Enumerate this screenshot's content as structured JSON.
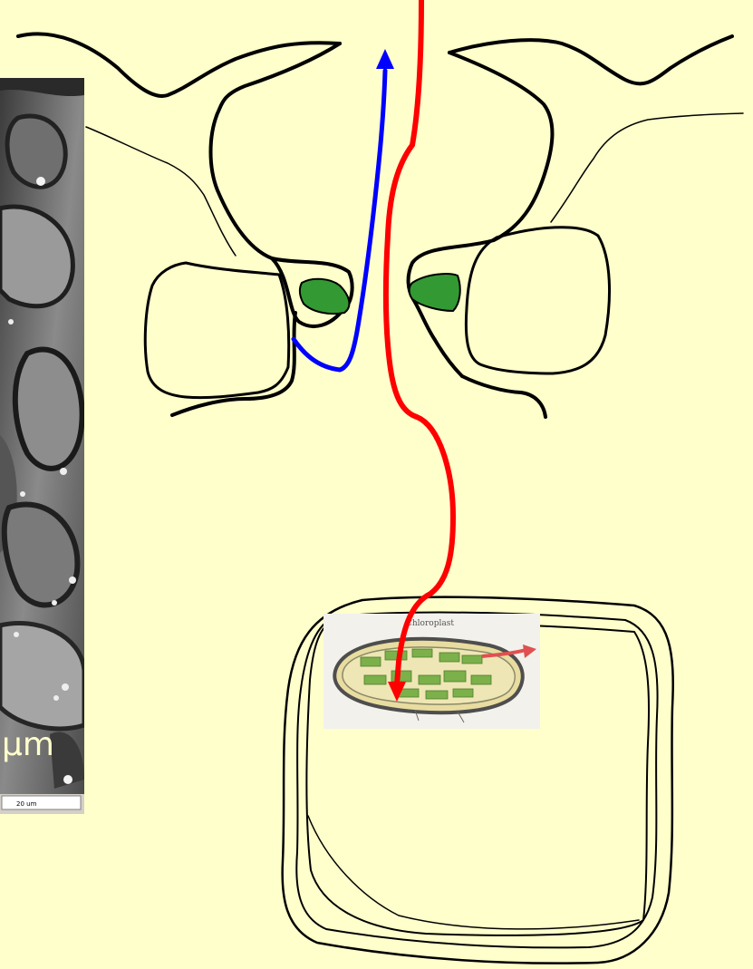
{
  "micrograph": {
    "scale_text": "μm",
    "scale_bar_label": "20 um"
  },
  "chloroplast_inset": {
    "title": "Chloroplast"
  },
  "colors": {
    "background": "#FFFFCC",
    "co2_path": "#FF0000",
    "o2_path": "#0000FF",
    "guard_cell_chloroplast": "#339933",
    "cell_outline": "#000000"
  }
}
